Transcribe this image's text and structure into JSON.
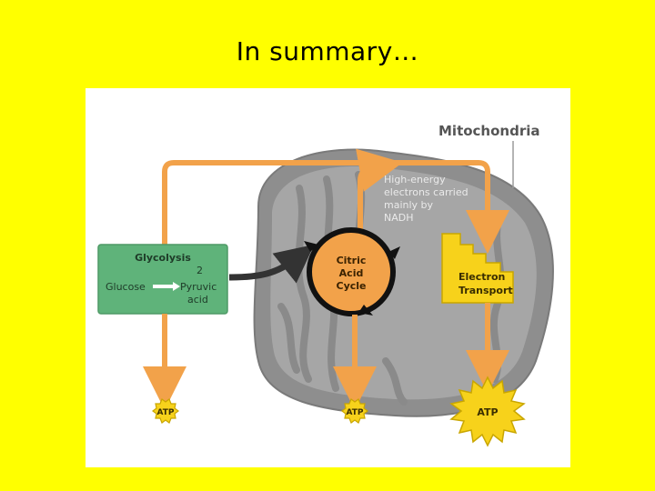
{
  "slide": {
    "title": "In summary…"
  },
  "diagram": {
    "organelle_label": "Mitochondria",
    "glycolysis": {
      "title": "Glycolysis",
      "input": "Glucose",
      "output_count": "2",
      "output_line1": "Pyruvic",
      "output_line2": "acid"
    },
    "citric_acid_cycle": {
      "line1": "Citric",
      "line2": "Acid",
      "line3": "Cycle"
    },
    "electron_transport": {
      "line1": "Electron",
      "line2": "Transport"
    },
    "nadh_note": {
      "line1": "High-energy",
      "line2": "electrons carried",
      "line3": "mainly by",
      "line4": "NADH"
    },
    "atp_labels": [
      "ATP",
      "ATP",
      "ATP"
    ],
    "colors": {
      "background": "#ffff00",
      "glycolysis_box": "#5fb37a",
      "electron_transport_box": "#f7d21b",
      "arrows": "#f2a24a",
      "mitochondrion": "#8e8e8e",
      "atp_small": "#f7d21b",
      "atp_burst": "#f7d21b"
    }
  }
}
